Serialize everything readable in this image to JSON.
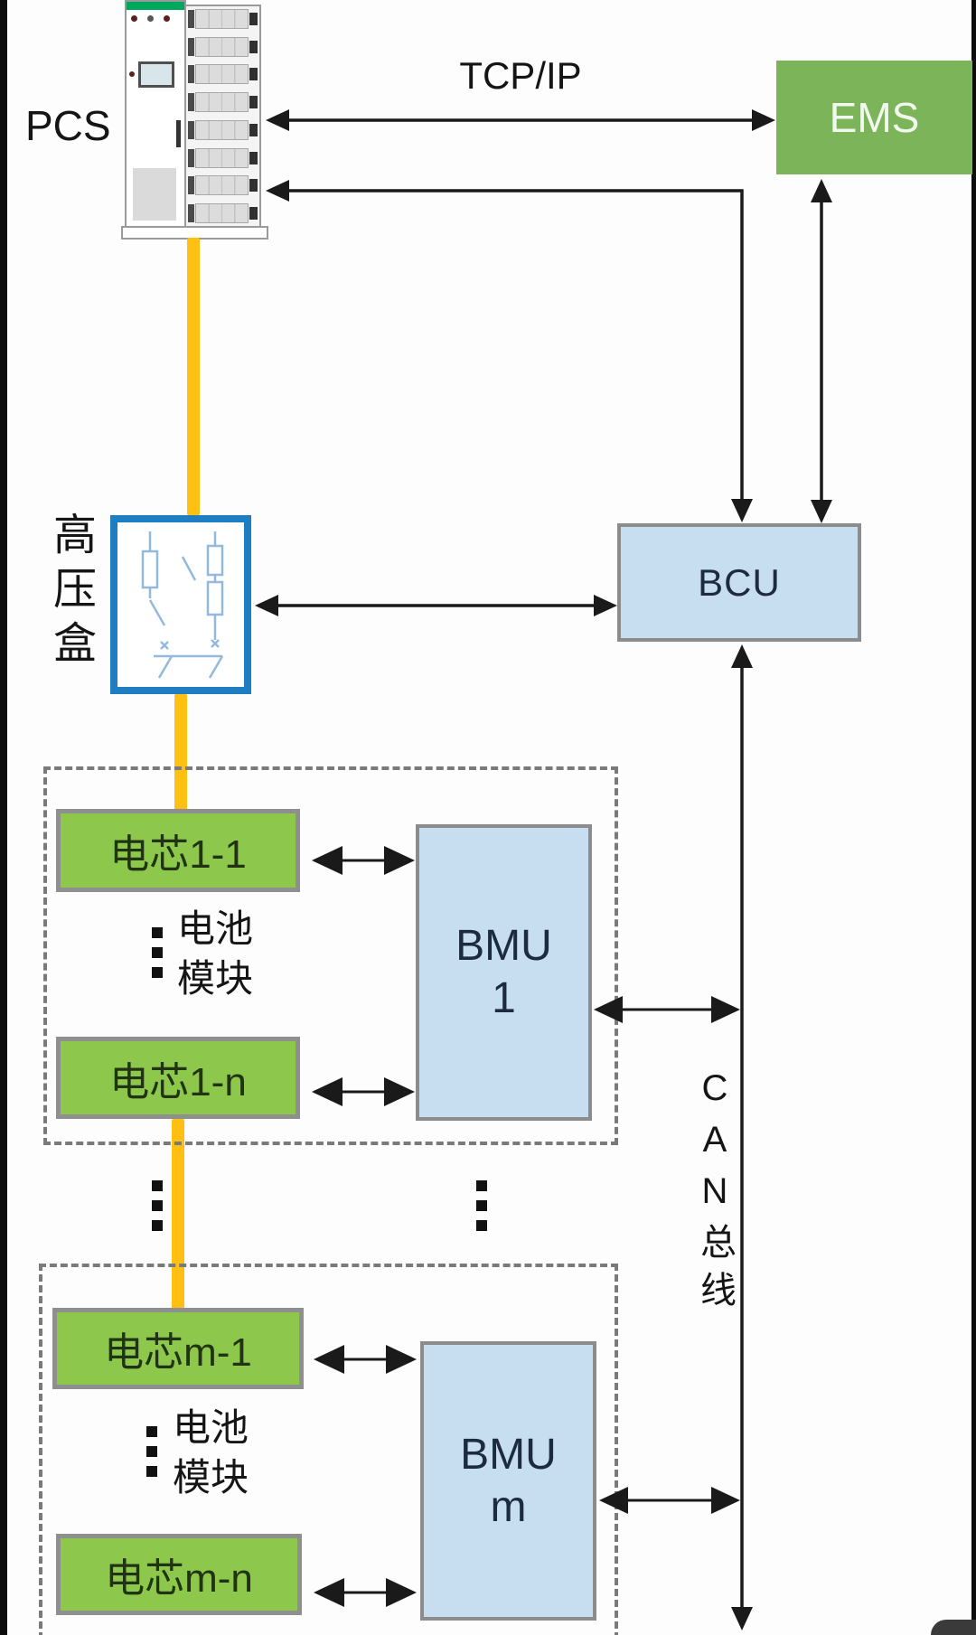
{
  "labels": {
    "pcs": "PCS",
    "tcpip": "TCP/IP",
    "hv_box": "高压盒",
    "can_bus": "CAN总线"
  },
  "nodes": {
    "ems": {
      "label": "EMS"
    },
    "bcu": {
      "label": "BCU"
    },
    "bmu1": {
      "line1": "BMU",
      "line2": "1"
    },
    "bmu_m": {
      "line1": "BMU",
      "line2": "m"
    }
  },
  "modules": [
    {
      "cell_top": "电芯1-1",
      "cell_bottom": "电芯1-n",
      "module_label_line1": "电池",
      "module_label_line2": "模块"
    },
    {
      "cell_top": "电芯m-1",
      "cell_bottom": "电芯m-n",
      "module_label_line1": "电池",
      "module_label_line2": "模块"
    }
  ],
  "colors": {
    "ems_green": "#7cb45a",
    "cell_green": "#8dc84d",
    "unit_blue": "#c7def0",
    "hv_border_blue": "#1f7ec2",
    "power_yellow": "#ffc013",
    "arrow_black": "#1a1a1a",
    "dashed_gray": "#7a7a7a"
  }
}
